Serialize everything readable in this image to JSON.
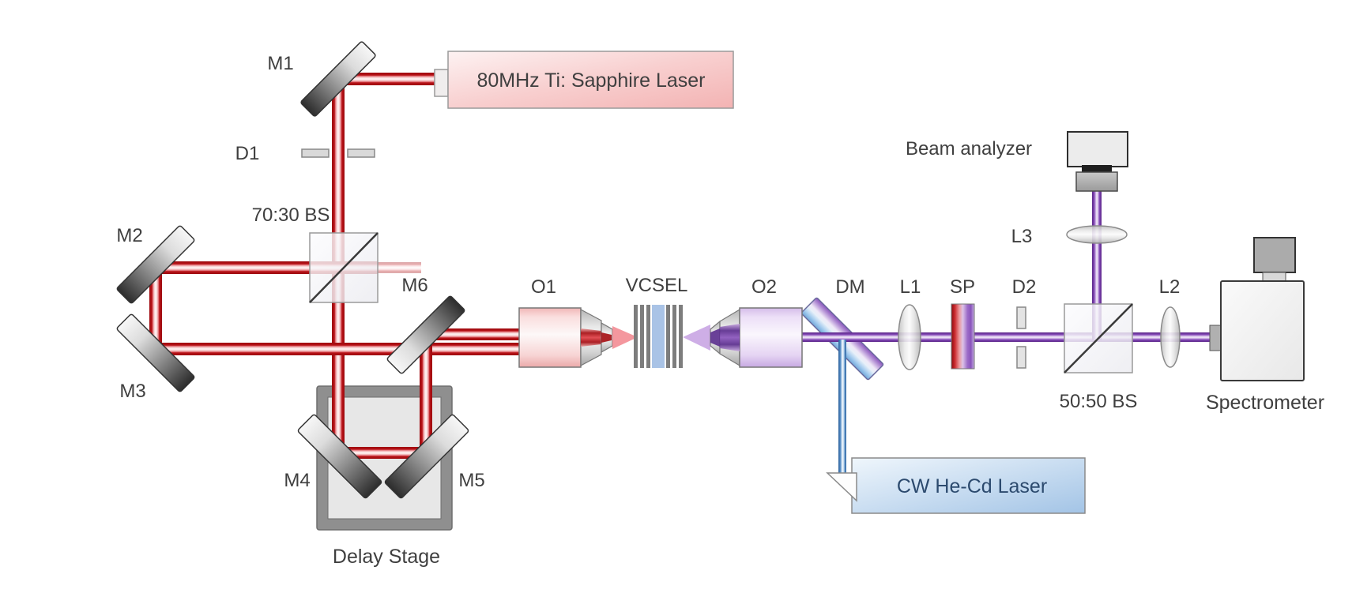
{
  "figure": {
    "type": "optical-setup-schematic",
    "description": "Pump-probe micro-photoluminescence optical bench layout"
  },
  "labels": {
    "m1": "M1",
    "m2": "M2",
    "m3": "M3",
    "m4": "M4",
    "m5": "M5",
    "m6": "M6",
    "d1": "D1",
    "d2": "D2",
    "bs7030": "70:30 BS",
    "bs5050": "50:50 BS",
    "o1": "O1",
    "o2": "O2",
    "vcsel": "VCSEL",
    "dm": "DM",
    "l1": "L1",
    "l2": "L2",
    "l3": "L3",
    "sp": "SP",
    "ti_laser": "80MHz Ti: Sapphire Laser",
    "hecd_laser": "CW He-Cd Laser",
    "delay_stage": "Delay Stage",
    "beam_analyzer": "Beam analyzer",
    "spectrometer": "Spectrometer"
  },
  "colors": {
    "beam_red": "#b81217",
    "beam_purple": "#7a3fae",
    "beam_blue": "#4a82bd",
    "label_text": "#3f3f3f",
    "red_laser_box": "#f3b3b3",
    "blue_laser_box": "#a3c4e6",
    "mirror_dark": "#2c2c2c"
  }
}
